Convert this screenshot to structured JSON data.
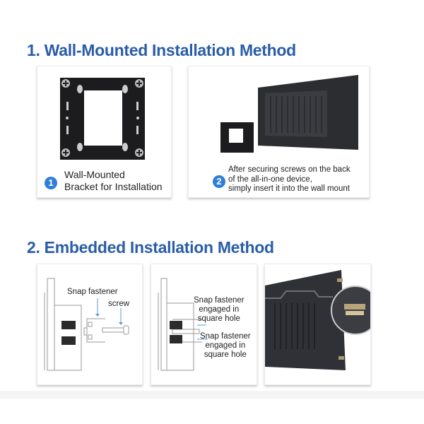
{
  "section1": {
    "title": "1. Wall-Mounted Installation Method",
    "card1": {
      "badge": "1",
      "caption_line1": "Wall-Mounted",
      "caption_line2": "Bracket for Installation"
    },
    "card2": {
      "badge": "2",
      "caption_line1": "After securing screws on the back",
      "caption_line2": "of the all-in-one device,",
      "caption_line3": "simply insert it into the wall mount"
    }
  },
  "section2": {
    "title": "2. Embedded Installation Method",
    "card1": {
      "label_snap": "Snap fastener",
      "label_screw": "screw"
    },
    "card2": {
      "label1_line1": "Snap fastener",
      "label1_line2": "engaged in",
      "label1_line3": "square hole",
      "label2_line1": "Snap fastener",
      "label2_line2": "engaged in",
      "label2_line3": "square hole"
    }
  },
  "colors": {
    "title": "#2a5da8",
    "badge": "#2f7fd8",
    "device": "#2b2d31",
    "arrow": "#5a9bd5"
  }
}
